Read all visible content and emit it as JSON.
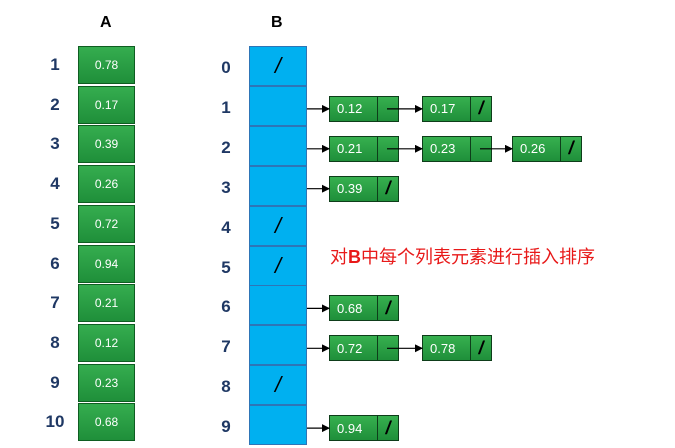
{
  "headers": {
    "a": "A",
    "b": "B"
  },
  "array_a": [
    {
      "index": "1",
      "value": "0.78"
    },
    {
      "index": "2",
      "value": "0.17"
    },
    {
      "index": "3",
      "value": "0.39"
    },
    {
      "index": "4",
      "value": "0.26"
    },
    {
      "index": "5",
      "value": "0.72"
    },
    {
      "index": "6",
      "value": "0.94"
    },
    {
      "index": "7",
      "value": "0.21"
    },
    {
      "index": "8",
      "value": "0.12"
    },
    {
      "index": "9",
      "value": "0.23"
    },
    {
      "index": "10",
      "value": "0.68"
    }
  ],
  "array_b": [
    {
      "index": "0",
      "null_mark": "/",
      "nodes": []
    },
    {
      "index": "1",
      "null_mark": "",
      "nodes": [
        {
          "value": "0.12",
          "null_mark": ""
        },
        {
          "value": "0.17",
          "null_mark": "/"
        }
      ]
    },
    {
      "index": "2",
      "null_mark": "",
      "nodes": [
        {
          "value": "0.21",
          "null_mark": ""
        },
        {
          "value": "0.23",
          "null_mark": ""
        },
        {
          "value": "0.26",
          "null_mark": "/"
        }
      ]
    },
    {
      "index": "3",
      "null_mark": "",
      "nodes": [
        {
          "value": "0.39",
          "null_mark": "/"
        }
      ]
    },
    {
      "index": "4",
      "null_mark": "/",
      "nodes": []
    },
    {
      "index": "5",
      "null_mark": "/",
      "nodes": []
    },
    {
      "index": "6",
      "null_mark": "",
      "nodes": [
        {
          "value": "0.68",
          "null_mark": "/"
        }
      ]
    },
    {
      "index": "7",
      "null_mark": "",
      "nodes": [
        {
          "value": "0.72",
          "null_mark": ""
        },
        {
          "value": "0.78",
          "null_mark": "/"
        }
      ]
    },
    {
      "index": "8",
      "null_mark": "/",
      "nodes": []
    },
    {
      "index": "9",
      "null_mark": "",
      "nodes": [
        {
          "value": "0.94",
          "null_mark": "/"
        }
      ]
    }
  ],
  "annotation": {
    "prefix": "对",
    "bold": "B",
    "suffix": "中每个列表元素进行插入排序"
  },
  "colors": {
    "array_a_fill": "#2ea84a",
    "array_b_fill": "#00b0f0",
    "node_fill": "#2ea84a",
    "note_text": "#e81919",
    "index_text": "#1f3864"
  }
}
